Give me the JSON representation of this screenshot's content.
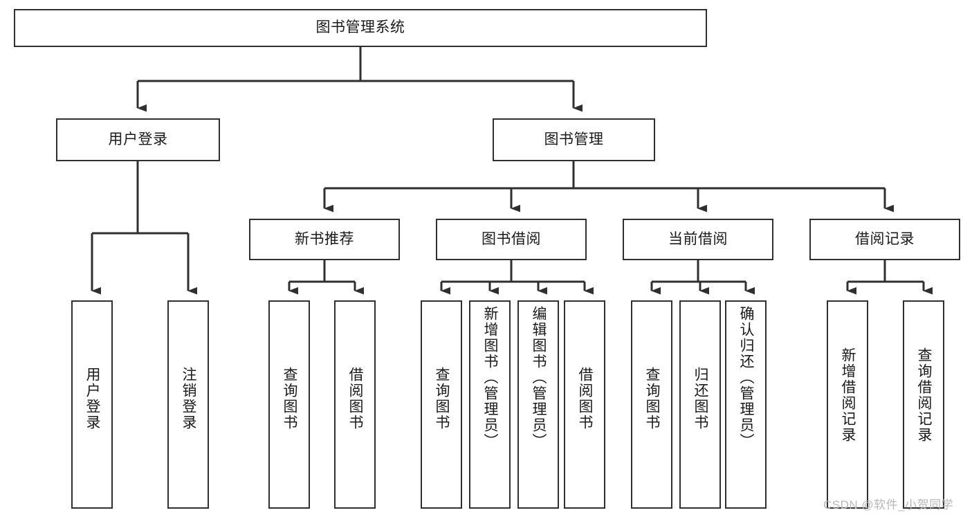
{
  "diagram": {
    "type": "tree-hierarchy",
    "title": "图书管理系统",
    "watermark": "CSDN @软件_小贺同学",
    "colors": {
      "box_border": "#2f2f2f",
      "box_fill": "#ffffff",
      "connector": "#2f2f2f",
      "background": "#ffffff",
      "watermark": "#b8b8b8"
    },
    "nodes": {
      "root": {
        "label": "图书管理系统"
      },
      "level2": [
        {
          "id": "user-login",
          "label": "用户登录"
        },
        {
          "id": "book-manage",
          "label": "图书管理"
        }
      ],
      "level3": [
        {
          "id": "new-book-recommend",
          "label": "新书推荐"
        },
        {
          "id": "book-borrow",
          "label": "图书借阅"
        },
        {
          "id": "current-borrow",
          "label": "当前借阅"
        },
        {
          "id": "borrow-record",
          "label": "借阅记录"
        }
      ],
      "leaves": {
        "user_login": [
          {
            "id": "leaf-user-login",
            "label": "用户登录"
          },
          {
            "id": "leaf-logout",
            "label": "注销登录"
          }
        ],
        "new_book_recommend": [
          {
            "id": "leaf-query-book-1",
            "label": "查询图书"
          },
          {
            "id": "leaf-borrow-book-1",
            "label": "借阅图书"
          }
        ],
        "book_borrow": [
          {
            "id": "leaf-query-book-2",
            "label": "查询图书"
          },
          {
            "id": "leaf-add-book",
            "label": "新增图书（管理员）"
          },
          {
            "id": "leaf-edit-book",
            "label": "编辑图书（管理员）"
          },
          {
            "id": "leaf-borrow-book-2",
            "label": "借阅图书"
          }
        ],
        "current_borrow": [
          {
            "id": "leaf-query-book-3",
            "label": "查询图书"
          },
          {
            "id": "leaf-return-book",
            "label": "归还图书"
          },
          {
            "id": "leaf-confirm-return",
            "label": "确认归还（管理员）"
          }
        ],
        "borrow_record": [
          {
            "id": "leaf-add-record",
            "label": "新增借阅记录"
          },
          {
            "id": "leaf-query-record",
            "label": "查询借阅记录"
          }
        ]
      }
    }
  }
}
